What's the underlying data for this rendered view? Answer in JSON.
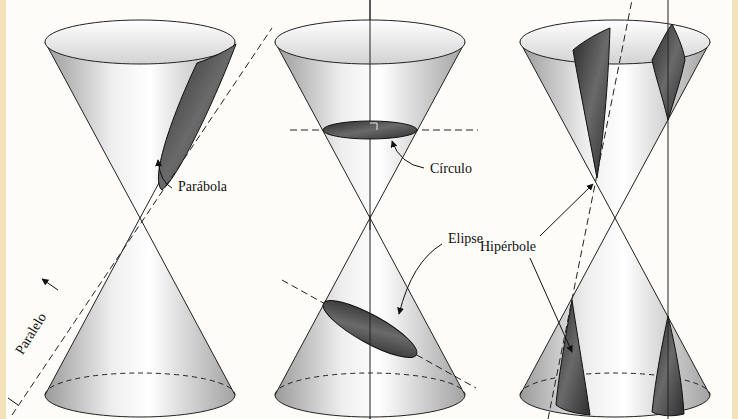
{
  "diagram": {
    "labels": [
      "Parábola",
      "Paralelo",
      "Círculo",
      "Elipse",
      "Hipérbole"
    ]
  }
}
